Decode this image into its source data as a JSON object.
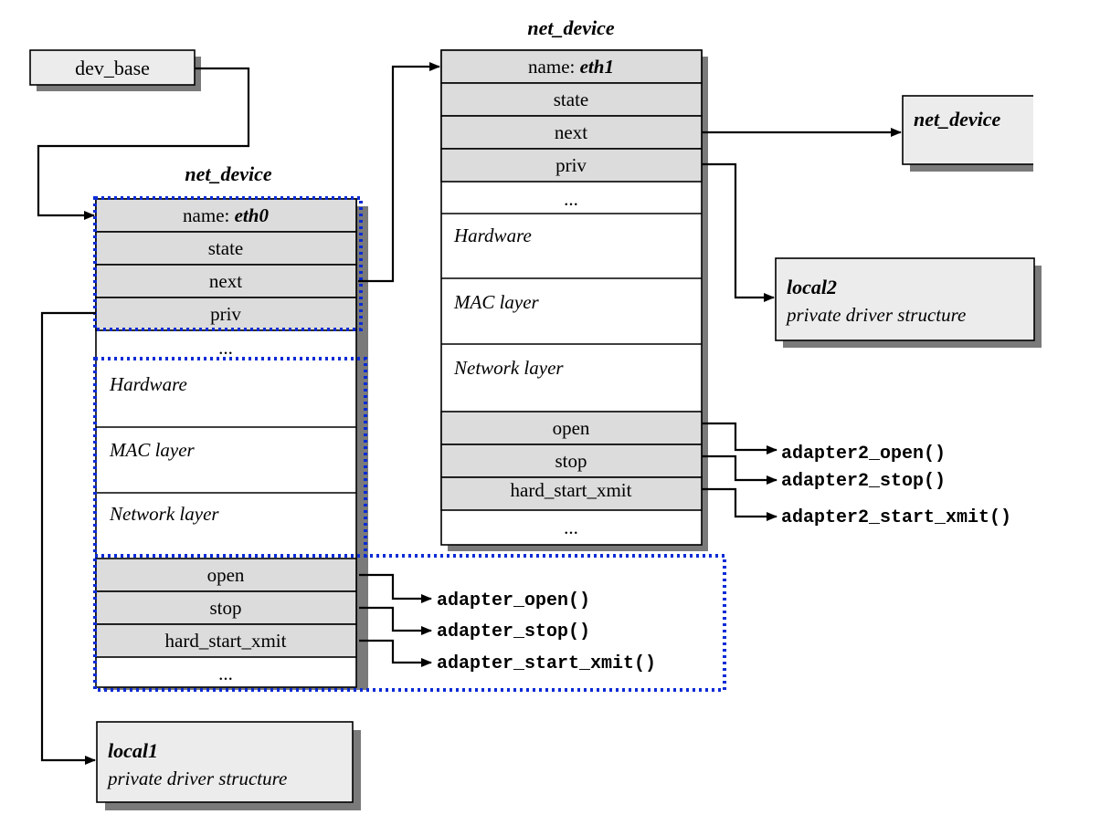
{
  "dev_base": {
    "label": "dev_base"
  },
  "eth0": {
    "title": "net_device",
    "name_prefix": "name: ",
    "name_value": "eth0",
    "fields": [
      "state",
      "next",
      "priv"
    ],
    "ellipsis_top": "...",
    "sections": [
      "Hardware",
      "MAC layer",
      "Network layer"
    ],
    "methods": [
      "open",
      "stop",
      "hard_start_xmit"
    ],
    "ellipsis_bottom": "..."
  },
  "eth0_functions": [
    "adapter_open()",
    "adapter_stop()",
    "adapter_start_xmit()"
  ],
  "local1": {
    "title": "local1",
    "subtitle": "private driver structure"
  },
  "eth1": {
    "title": "net_device",
    "name_prefix": "name: ",
    "name_value": "eth1",
    "fields": [
      "state",
      "next",
      "priv"
    ],
    "ellipsis_top": "...",
    "sections": [
      "Hardware",
      "MAC layer",
      "Network layer"
    ],
    "methods": [
      "open",
      "stop",
      "hard_start_xmit"
    ],
    "ellipsis_bottom": "..."
  },
  "eth1_functions": [
    "adapter2_open()",
    "adapter2_stop()",
    "adapter2_start_xmit()"
  ],
  "local2": {
    "title": "local2",
    "subtitle": "private driver structure"
  },
  "next_device": {
    "title": "net_device"
  },
  "colors": {
    "field_fill": "#dcdcdc",
    "shadow": "#7a7a7a",
    "dotted": "#0a2bd6",
    "box_fill": "#ececec"
  }
}
